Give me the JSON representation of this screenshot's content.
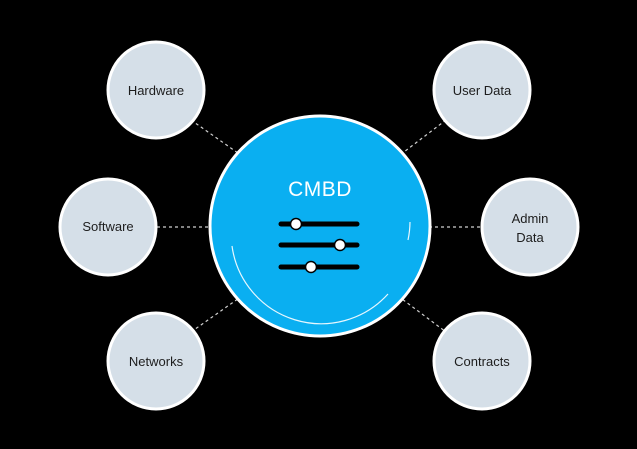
{
  "hub": {
    "title": "CMBD",
    "icon": "sliders-icon"
  },
  "nodes": {
    "hardware": "Hardware",
    "software": "Software",
    "networks": "Networks",
    "user_data": "User Data",
    "admin_data": [
      "Admin",
      "Data"
    ],
    "contracts": "Contracts"
  },
  "colors": {
    "background": "#000000",
    "hub_fill": "#0aaff1",
    "hub_border": "#ffffff",
    "node_fill": "#d5dfe8",
    "node_border": "#ffffff",
    "connector": "#cfcfcf",
    "label": "#1d1d1d",
    "hub_text": "#ffffff",
    "slider_track": "#000000",
    "slider_knob": "#ffffff"
  }
}
